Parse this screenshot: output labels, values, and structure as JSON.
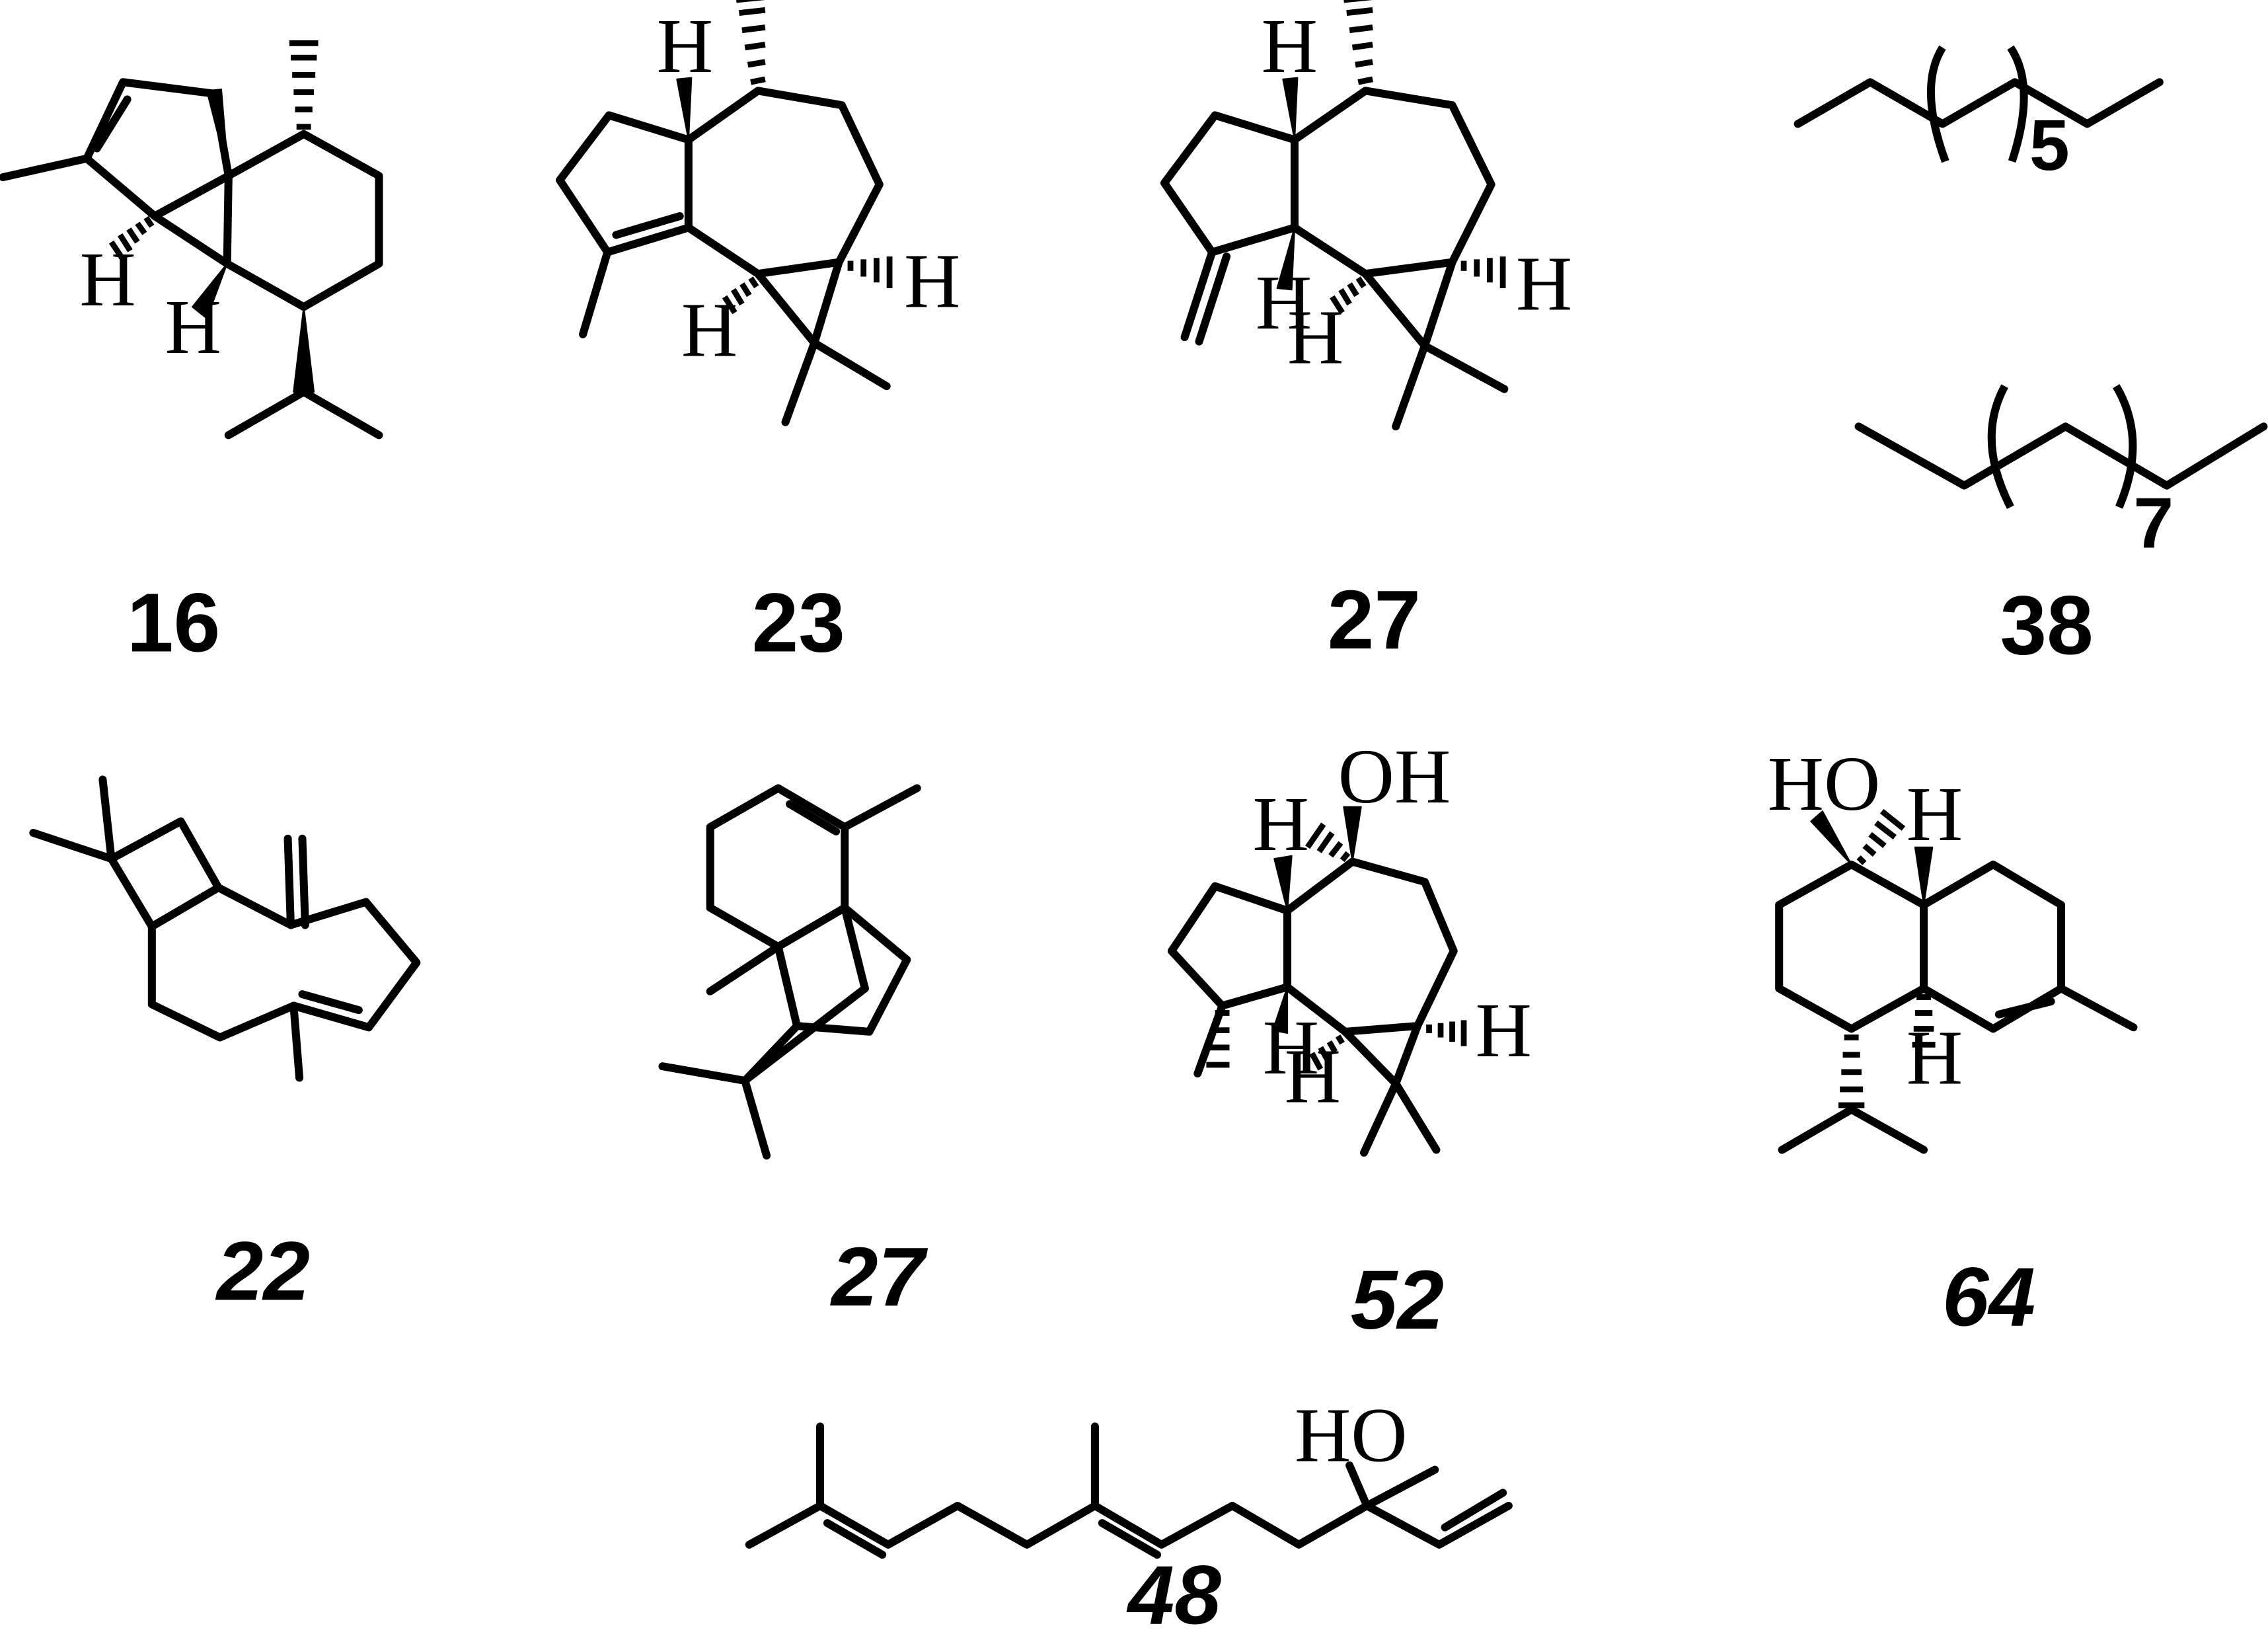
{
  "figure": {
    "compounds": [
      {
        "id": "m16",
        "label": "16",
        "italic": false,
        "atom_labels": [
          "H",
          "H"
        ]
      },
      {
        "id": "m23",
        "label": "23",
        "italic": false,
        "atom_labels": [
          "H",
          "H",
          "H"
        ]
      },
      {
        "id": "m27a",
        "label": "27",
        "italic": false,
        "atom_labels": [
          "H",
          "H",
          "H",
          "H"
        ]
      },
      {
        "id": "m38",
        "label": "38",
        "italic": false,
        "repeat_counts": [
          "5",
          "7"
        ]
      },
      {
        "id": "m22",
        "label": "22",
        "italic": true,
        "atom_labels": []
      },
      {
        "id": "m27b",
        "label": "27",
        "italic": true,
        "atom_labels": []
      },
      {
        "id": "m52",
        "label": "52",
        "italic": true,
        "atom_labels": [
          "OH",
          "H",
          "H",
          "H",
          "H"
        ]
      },
      {
        "id": "m64",
        "label": "64",
        "italic": true,
        "atom_labels": [
          "HO",
          "H",
          "H"
        ]
      },
      {
        "id": "m48",
        "label": "48",
        "italic": true,
        "atom_labels": [
          "HO"
        ]
      }
    ]
  }
}
